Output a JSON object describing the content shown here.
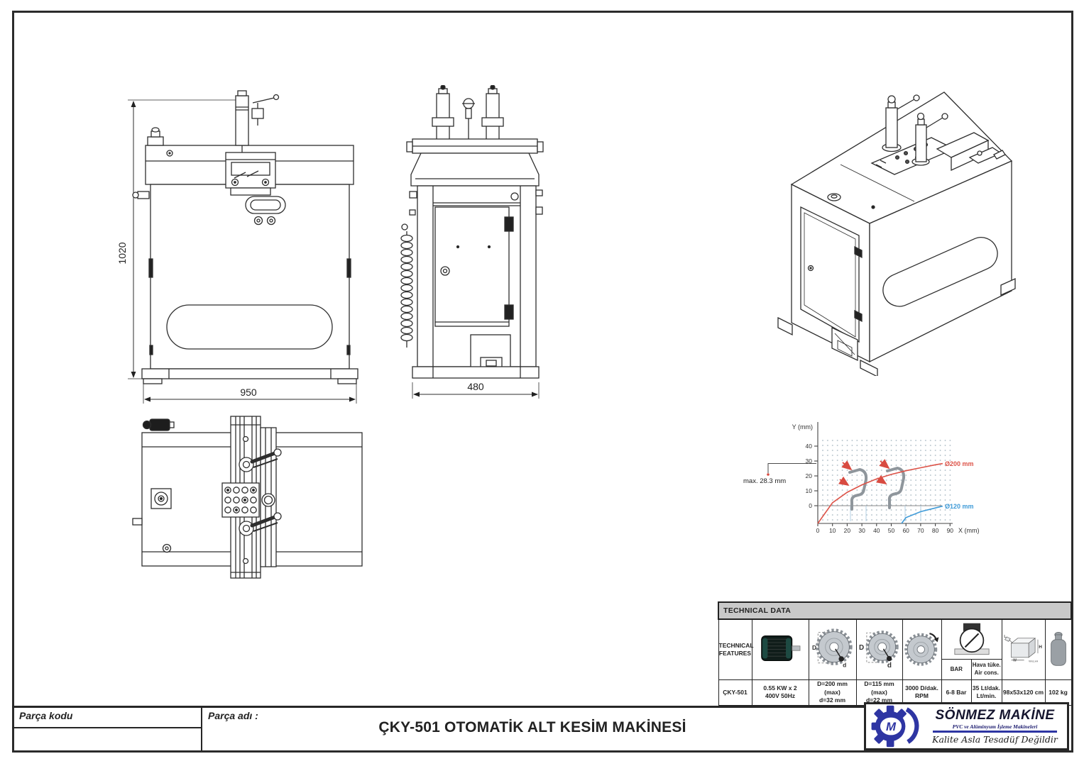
{
  "title_block": {
    "part_code_label": "Parça kodu",
    "part_name_label": "Parça adı :",
    "title": "ÇKY-501 OTOMATİK ALT KESİM MAKİNESİ"
  },
  "logo": {
    "company": "SÖNMEZ MAKİNE",
    "subtitle": "PVC ve Alüminyum İşleme Makineleri",
    "slogan": "Kalite Asla Tesadüf Değildir",
    "monogram": "M",
    "accent": "#2e35a3"
  },
  "drawings": {
    "front_height": "1020",
    "front_width": "950",
    "side_width": "480"
  },
  "chart_data": {
    "type": "line",
    "title": "",
    "xlabel": "X (mm)",
    "ylabel": "Y (mm)",
    "x_ticks": [
      0,
      10,
      20,
      30,
      40,
      50,
      60,
      70,
      80,
      90
    ],
    "y_ticks": [
      40,
      30,
      20,
      10,
      0
    ],
    "xlim": [
      0,
      95
    ],
    "ylim": [
      -12,
      48
    ],
    "grid": "dotted",
    "legend_position": "right",
    "annotation_max": "max. 28.3 mm",
    "series": [
      {
        "name": "Ø200 mm",
        "color": "#dd5348",
        "x": [
          0,
          10,
          20,
          30,
          40,
          50,
          60,
          70,
          80,
          85
        ],
        "y": [
          -12,
          2,
          9,
          14,
          18,
          21,
          23.5,
          25.5,
          27.5,
          28.3
        ]
      },
      {
        "name": "Ø120 mm",
        "color": "#3f9bd8",
        "x": [
          57,
          60,
          70,
          80,
          85
        ],
        "y": [
          -12,
          -8,
          -4,
          -1.5,
          -0.3
        ]
      }
    ]
  },
  "table": {
    "header": "TECHNICAL DATA",
    "features_l1": "TECHNICAL",
    "features_l2": "FEATURES",
    "model": "ÇKY-501",
    "motor_l1": "0.55 KW x 2",
    "motor_l2": "400V 50Hz",
    "blade1_l1": "D=200 mm (max)",
    "blade1_l2": "d=32 mm",
    "blade2_l1": "D=115 mm (max)",
    "blade2_l2": "d=22 mm",
    "rpm_l1": "3000 D/dak.",
    "rpm_l2": "RPM",
    "bar_label": "BAR",
    "air_label_l1": "Hava tüke.",
    "air_label_l2": "Air cons.",
    "bar_value": "6-8 Bar",
    "air_value_l1": "35 Lt/dak.",
    "air_value_l2": "Lt/min.",
    "dims_value": "98x53x120 cm",
    "weight_value": "102 kg",
    "label_D": "D",
    "label_d": "d",
    "label_L": "L",
    "label_W": "W",
    "label_H": "H",
    "label_WLH": "WxLxH"
  }
}
